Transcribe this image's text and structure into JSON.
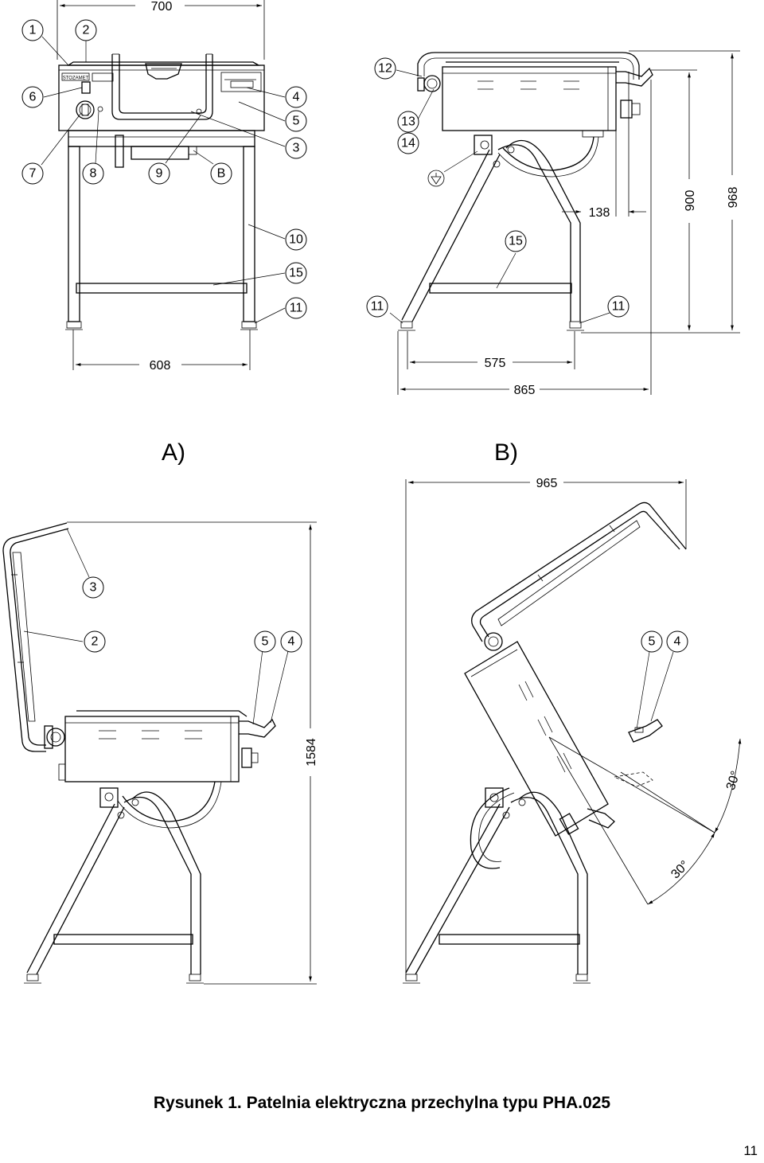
{
  "balloons": {
    "b1": "1",
    "b2": "2",
    "b6": "6",
    "b4": "4",
    "b5": "5",
    "b3": "3",
    "b7": "7",
    "b8": "8",
    "b9": "9",
    "bB": "B",
    "b10": "10",
    "b15a": "15",
    "b11a": "11",
    "b12": "12",
    "b13": "13",
    "b14": "14",
    "b15b": "15",
    "b11b": "11",
    "b11c": "11",
    "bA3": "3",
    "bA2": "2",
    "bA5": "5",
    "bA4": "4",
    "bB5": "5",
    "bB4": "4"
  },
  "dimensions": {
    "width_top": "700",
    "width_front": "608",
    "depth_legs": "575",
    "depth_total": "865",
    "offset": "138",
    "height_work": "900",
    "height_total": "968",
    "height_lid_open": "1584",
    "width_tilted": "965",
    "angle_1": "30°",
    "angle_2": "30°"
  },
  "views": {
    "a": "A)",
    "b": "B)"
  },
  "brand_plate": "STOZAMET",
  "caption": "Rysunek 1. Patelnia elektryczna przechylna typu PHA.025",
  "page_number": "11"
}
